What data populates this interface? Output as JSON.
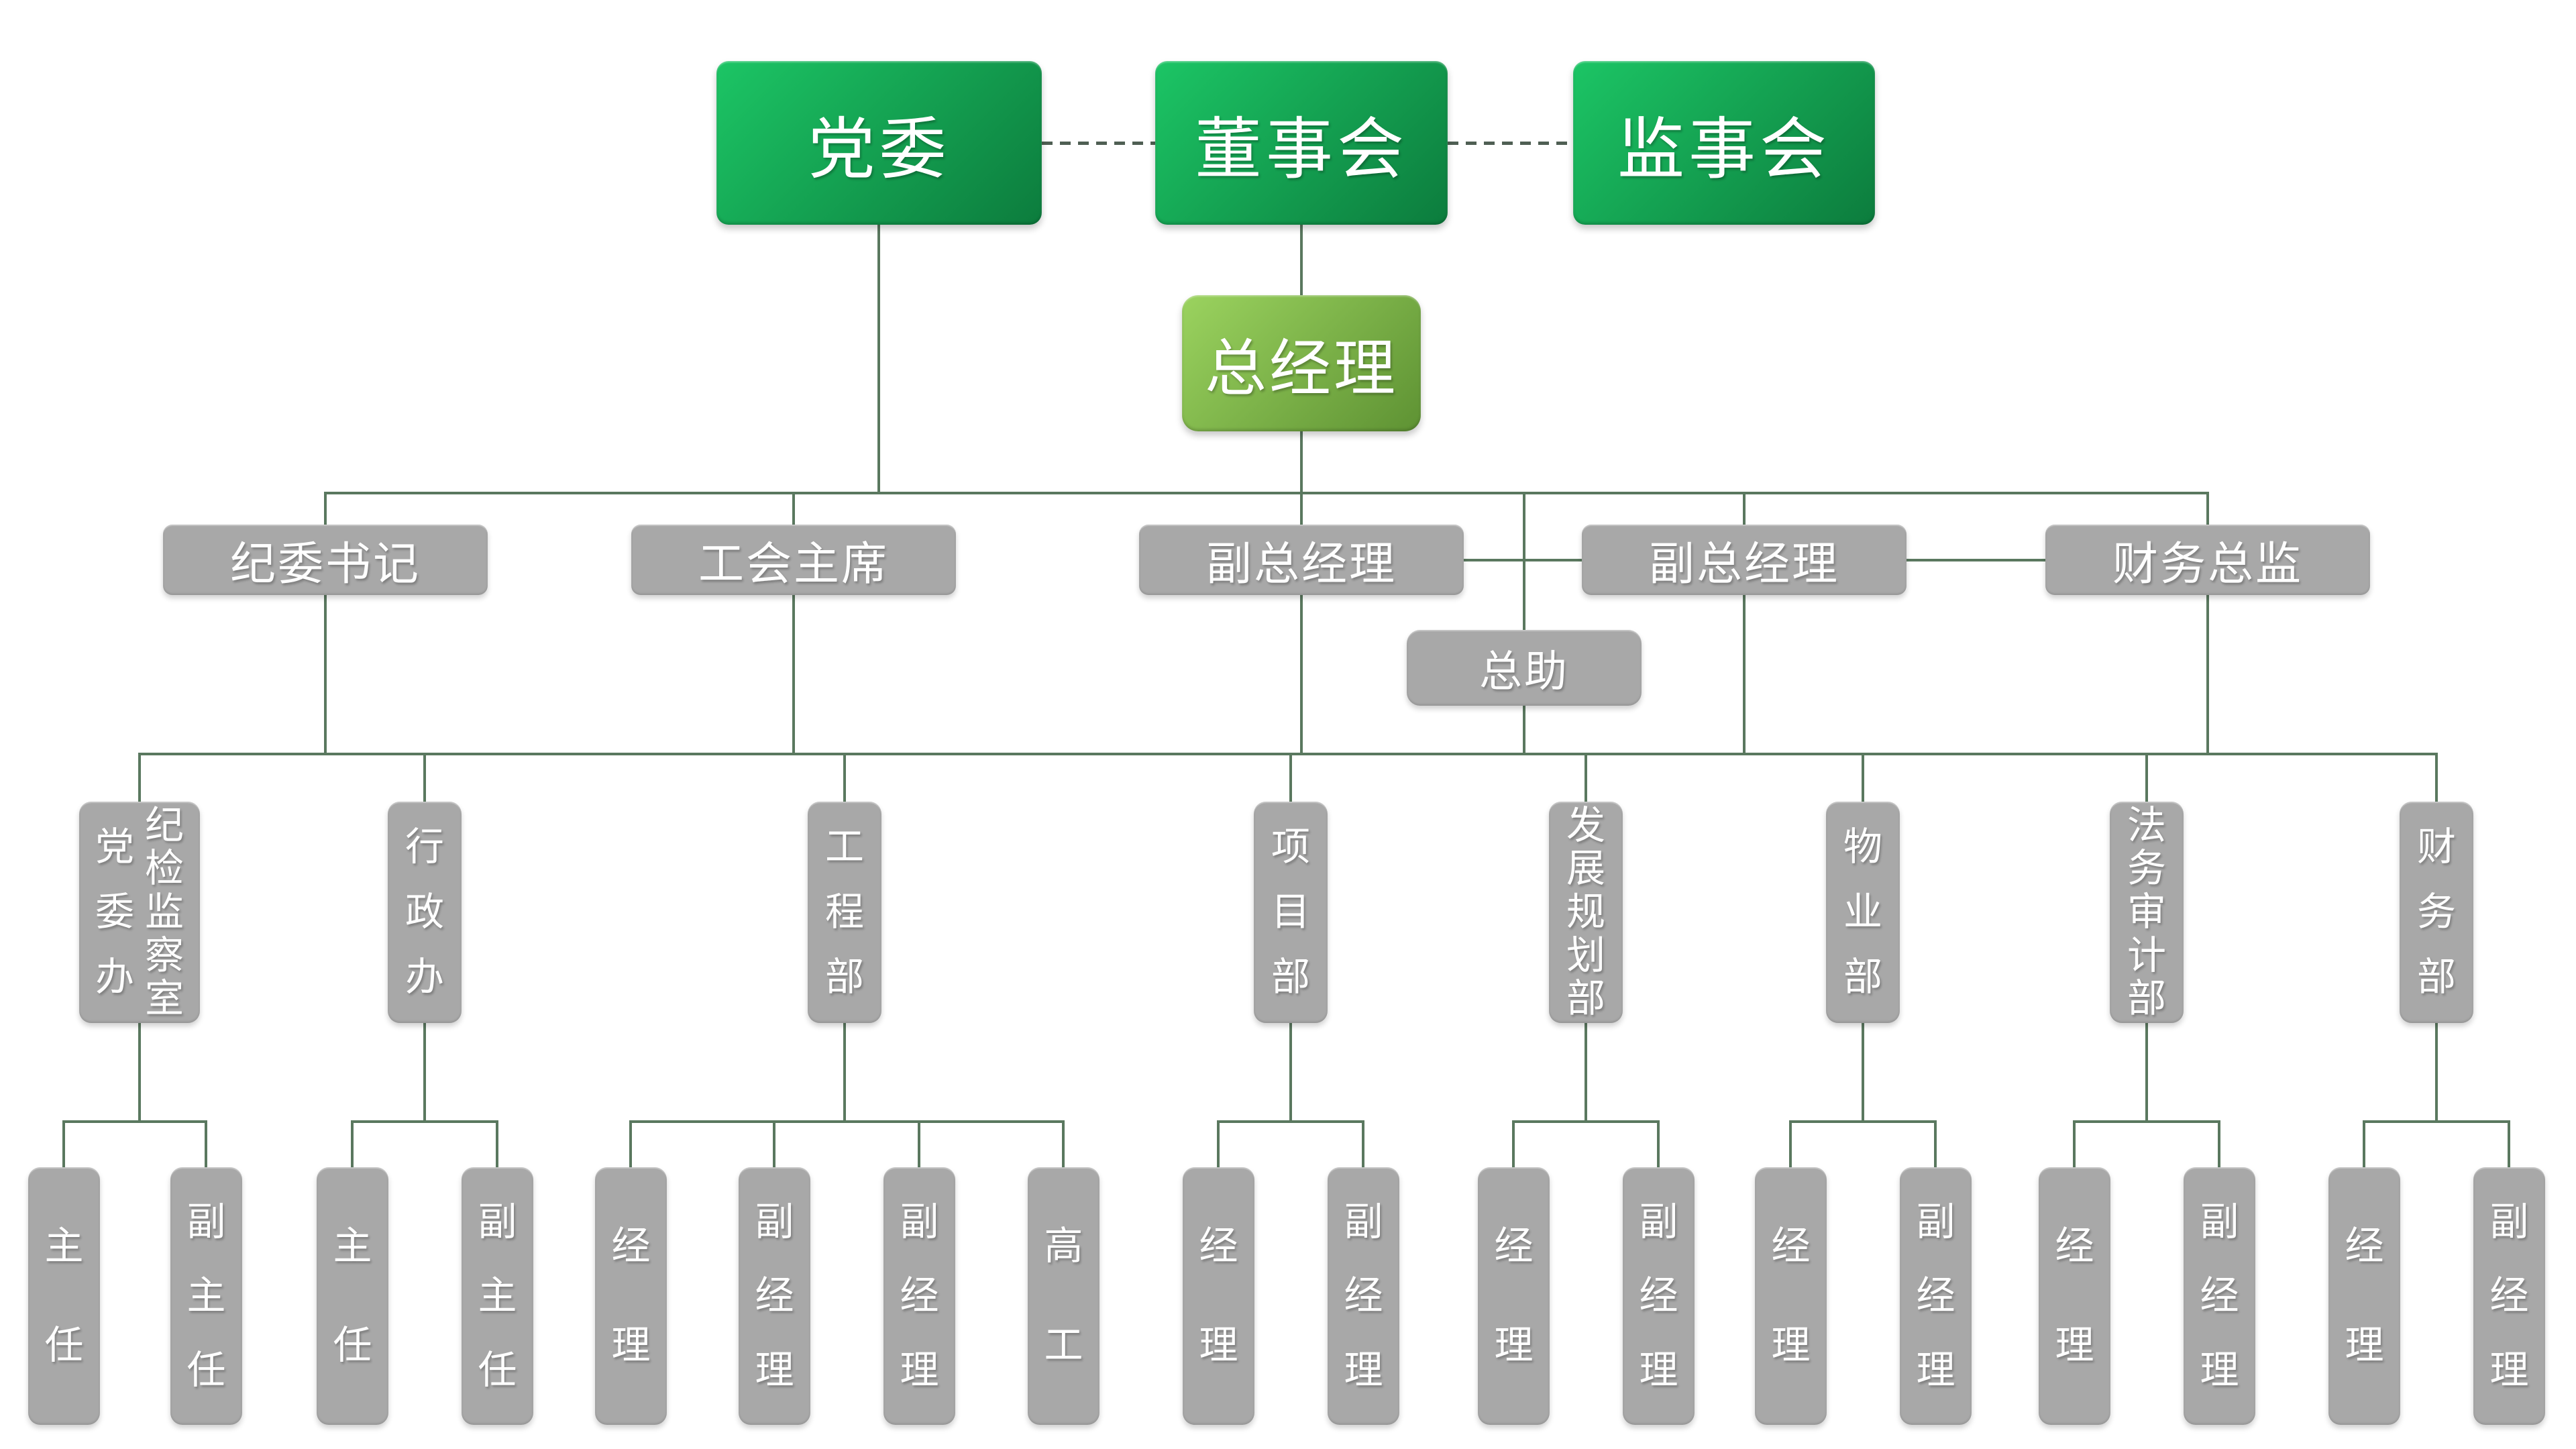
{
  "palette": {
    "box_green_start": "#1cc565",
    "box_green_end": "#0c7c3d",
    "gm_green_start": "#9bd35f",
    "gm_green_end": "#5e9233",
    "box_gray": "#a8a8a8",
    "line_green": "#5a785f",
    "dash_gray_green": "#4f5f53",
    "text": "#ffffff",
    "background": "#ffffff"
  },
  "org": {
    "top_row": [
      {
        "label": "党委"
      },
      {
        "label": "董事会"
      },
      {
        "label": "监事会"
      }
    ],
    "general_manager": {
      "label": "总经理"
    },
    "row2": [
      {
        "label": "纪委书记"
      },
      {
        "label": "工会主席"
      },
      {
        "label": "副总经理"
      },
      {
        "label": "副总经理"
      },
      {
        "label": "财务总监"
      }
    ],
    "assistant": {
      "label": "总助"
    },
    "departments": [
      {
        "label": "纪检监察室\n党委办"
      },
      {
        "label": "行政办"
      },
      {
        "label": "工程部"
      },
      {
        "label": "项目部"
      },
      {
        "label": "发展规划部"
      },
      {
        "label": "物业部"
      },
      {
        "label": "法务审计部"
      },
      {
        "label": "财务部"
      }
    ],
    "leaf_groups": [
      {
        "items": [
          "主任",
          "副主任"
        ]
      },
      {
        "items": [
          "主任",
          "副主任"
        ]
      },
      {
        "items": [
          "经理",
          "副经理",
          "副经理",
          "高工"
        ]
      },
      {
        "items": [
          "经理",
          "副经理"
        ]
      },
      {
        "items": [
          "经理",
          "副经理"
        ]
      },
      {
        "items": [
          "经理",
          "副经理"
        ]
      },
      {
        "items": [
          "经理",
          "副经理"
        ]
      },
      {
        "items": [
          "经理",
          "副经理"
        ]
      }
    ]
  }
}
